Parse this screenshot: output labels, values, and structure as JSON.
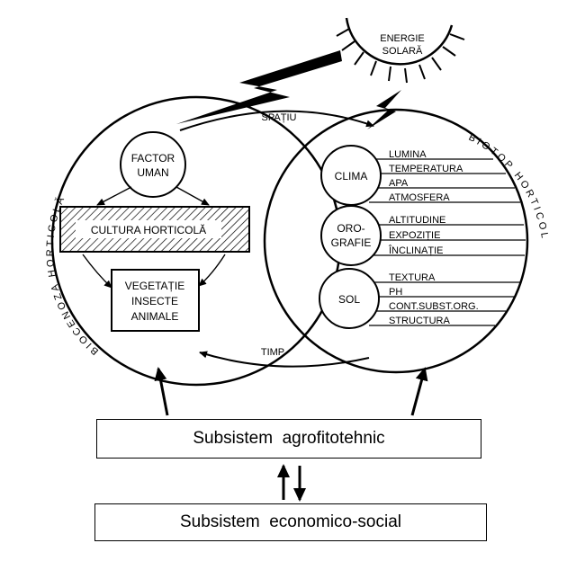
{
  "sun": {
    "line1": "ENERGIE",
    "line2": "SOLARĂ"
  },
  "arcs": {
    "top": "SPAȚIU",
    "bottom": "TIMP"
  },
  "left_circle": {
    "ring_label": "BIOCENOZA HORTICOLĂ",
    "factor": {
      "line1": "FACTOR",
      "line2": "UMAN"
    },
    "culture": "CULTURA HORTICOLĂ",
    "vegetation": {
      "line1": "VEGETAȚIE",
      "line2": "INSECTE",
      "line3": "ANIMALE"
    }
  },
  "right_circle": {
    "ring_label": "BIOTOP HORTICOL",
    "groups": [
      {
        "name": "CLIMA",
        "items": [
          "LUMINA",
          "TEMPERATURA",
          "APA",
          "ATMOSFERA"
        ]
      },
      {
        "name_line1": "ORO-",
        "name_line2": "GRAFIE",
        "items": [
          "ALTITUDINE",
          "EXPOZIȚIE",
          "ÎNCLINAȚIE"
        ]
      },
      {
        "name": "SOL",
        "items": [
          "TEXTURA",
          "PH",
          "CONT.SUBST.ORG.",
          "STRUCTURA"
        ]
      }
    ]
  },
  "subsystems": {
    "top": "Subsistem  agrofitotehnic",
    "bottom": "Subsistem  economico-social"
  }
}
